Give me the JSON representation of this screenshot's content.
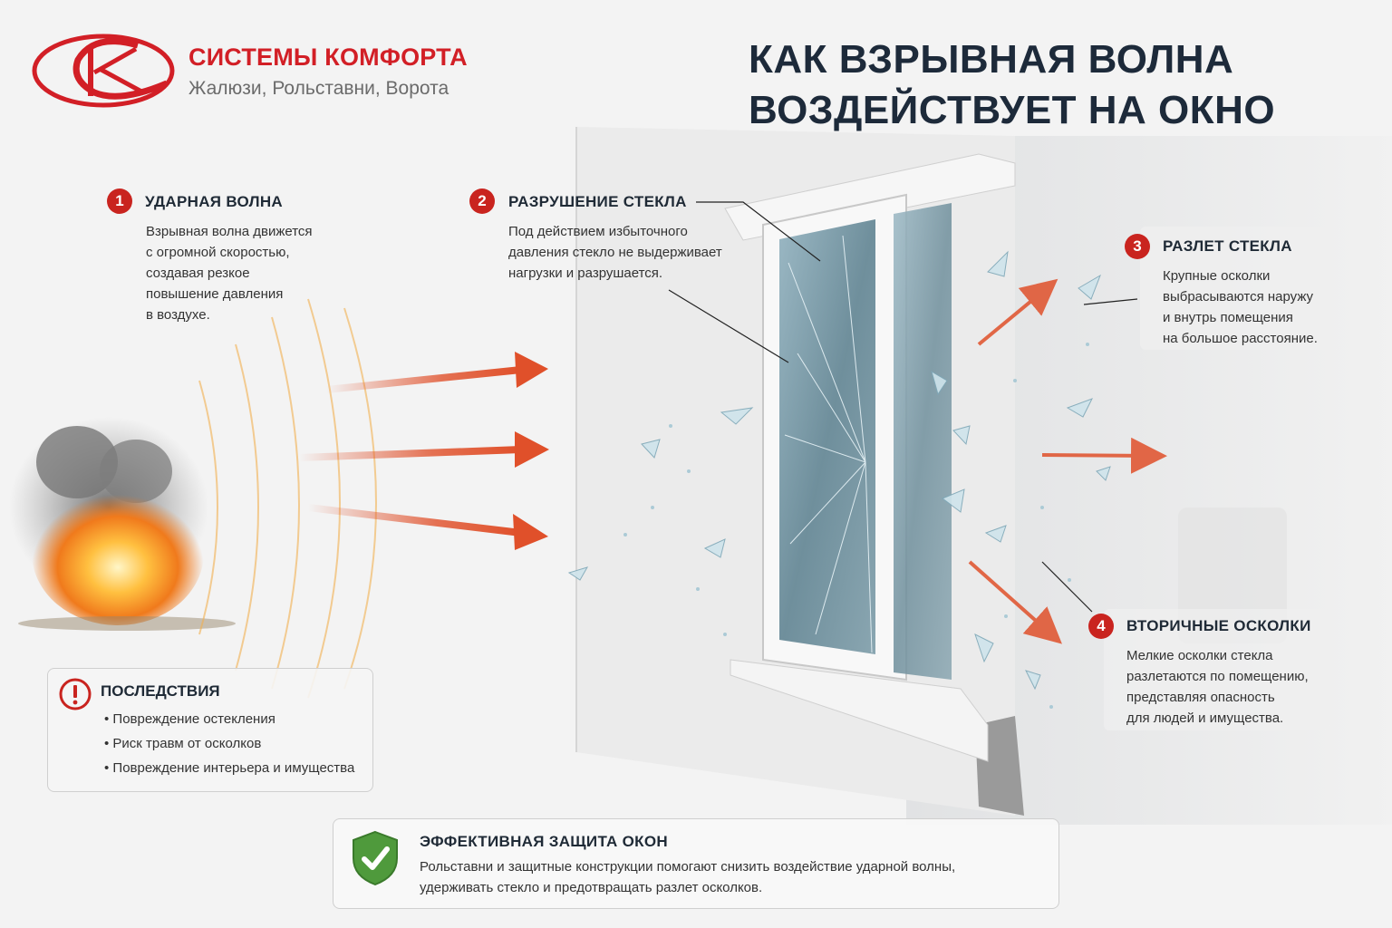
{
  "brand": {
    "name": "СИСТЕМЫ КОМФОРТА",
    "tagline": "Жалюзи, Рольставни, Ворота",
    "color": "#d21f26"
  },
  "headline": {
    "line1": "КАК ВЗРЫВНАЯ ВОЛНА",
    "line2": "ВОЗДЕЙСТВУЕТ НА ОКНО"
  },
  "steps": [
    {
      "number": "1",
      "title": "УДАРНАЯ ВОЛНА",
      "lines": [
        "Взрывная волна движется",
        "с огромной скоростью,",
        "создавая резкое",
        "повышение давления",
        "в воздухе."
      ]
    },
    {
      "number": "2",
      "title": "РАЗРУШЕНИЕ СТЕКЛА",
      "lines": [
        "Под действием избыточного",
        "давления стекло не выдерживает",
        "нагрузки и разрушается."
      ]
    },
    {
      "number": "3",
      "title": "РАЗЛЕТ СТЕКЛА",
      "lines": [
        "Крупные осколки",
        "выбрасываются наружу",
        "и внутрь помещения",
        "на большое расстояние."
      ]
    },
    {
      "number": "4",
      "title": "ВТОРИЧНЫЕ ОСКОЛКИ",
      "lines": [
        "Мелкие осколки стекла",
        "разлетаются по помещению,",
        "представляя опасность",
        "для людей и имущества."
      ]
    }
  ],
  "consequences": {
    "title": "ПОСЛЕДСТВИЯ",
    "icon": "warning-icon",
    "items": [
      "Повреждение остекления",
      "Риск травм от осколков",
      "Повреждение интерьера и имущества"
    ]
  },
  "protection": {
    "title": "ЭФФЕКТИВНАЯ ЗАЩИТА ОКОН",
    "icon": "shield-check-icon",
    "lines": [
      "Рольставни и защитные конструкции помогают снизить воздействие ударной волны,",
      "удерживать стекло и предотвращать разлет осколков."
    ]
  },
  "colors": {
    "accent": "#c9241f",
    "arrow": "#e0502a",
    "headline": "#1d2a3a",
    "shield": "#4f9a3c"
  }
}
